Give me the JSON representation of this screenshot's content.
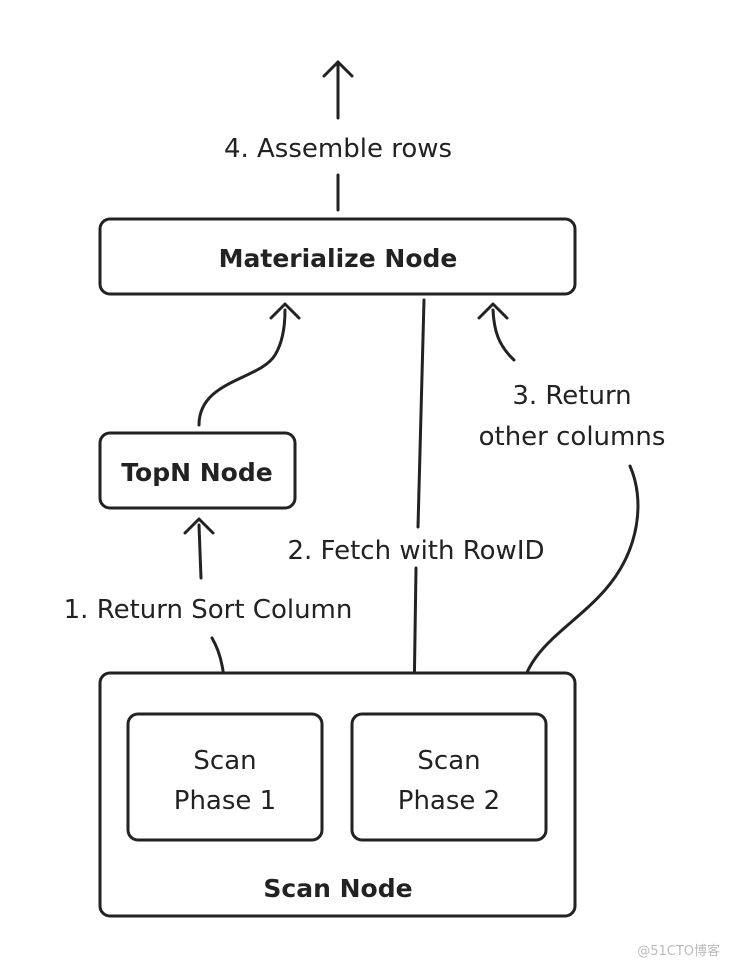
{
  "nodes": {
    "materialize": {
      "label": "Materialize Node"
    },
    "topn": {
      "label": "TopN Node"
    },
    "scan": {
      "label": "Scan Node"
    },
    "phase1": {
      "line1": "Scan",
      "line2": "Phase 1"
    },
    "phase2": {
      "line1": "Scan",
      "line2": "Phase 2"
    }
  },
  "steps": {
    "step1": "1. Return Sort Column",
    "step2": "2. Fetch with RowID",
    "step3_line1": "3. Return",
    "step3_line2": "other columns",
    "step4": "4. Assemble rows"
  },
  "watermark": "@51CTO博客",
  "colors": {
    "stroke": "#222222",
    "background": "#ffffff",
    "watermark": "#bbbbbb"
  }
}
